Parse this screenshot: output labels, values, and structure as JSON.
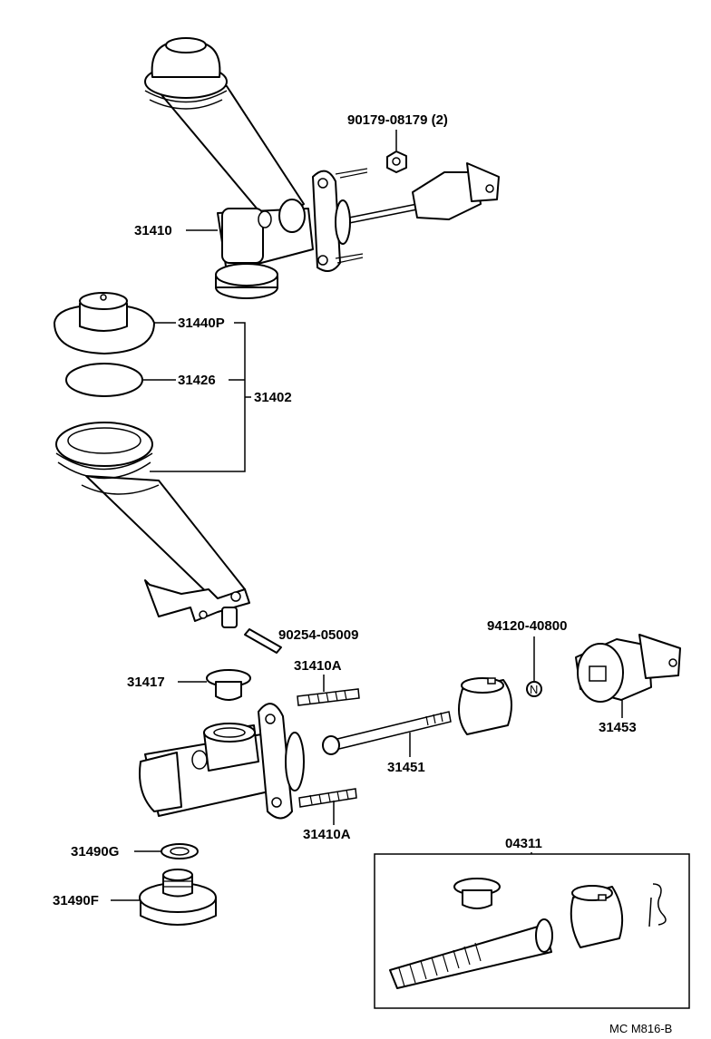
{
  "labels": {
    "nut": "90179-08179 (2)",
    "cylinder_assy": "31410",
    "reservoir_cap": "31440P",
    "diaphragm": "31426",
    "reservoir_set": "31402",
    "pin": "90254-05009",
    "clip": "94120-40800",
    "stud_upper": "31410A",
    "grommet": "31417",
    "clevis": "31453",
    "push_rod": "31451",
    "stud_lower": "31410A",
    "gasket": "31490G",
    "plug": "31490F",
    "repair_kit": "04311"
  },
  "clip_symbol": "N",
  "figure_ref": "MC M816-B"
}
